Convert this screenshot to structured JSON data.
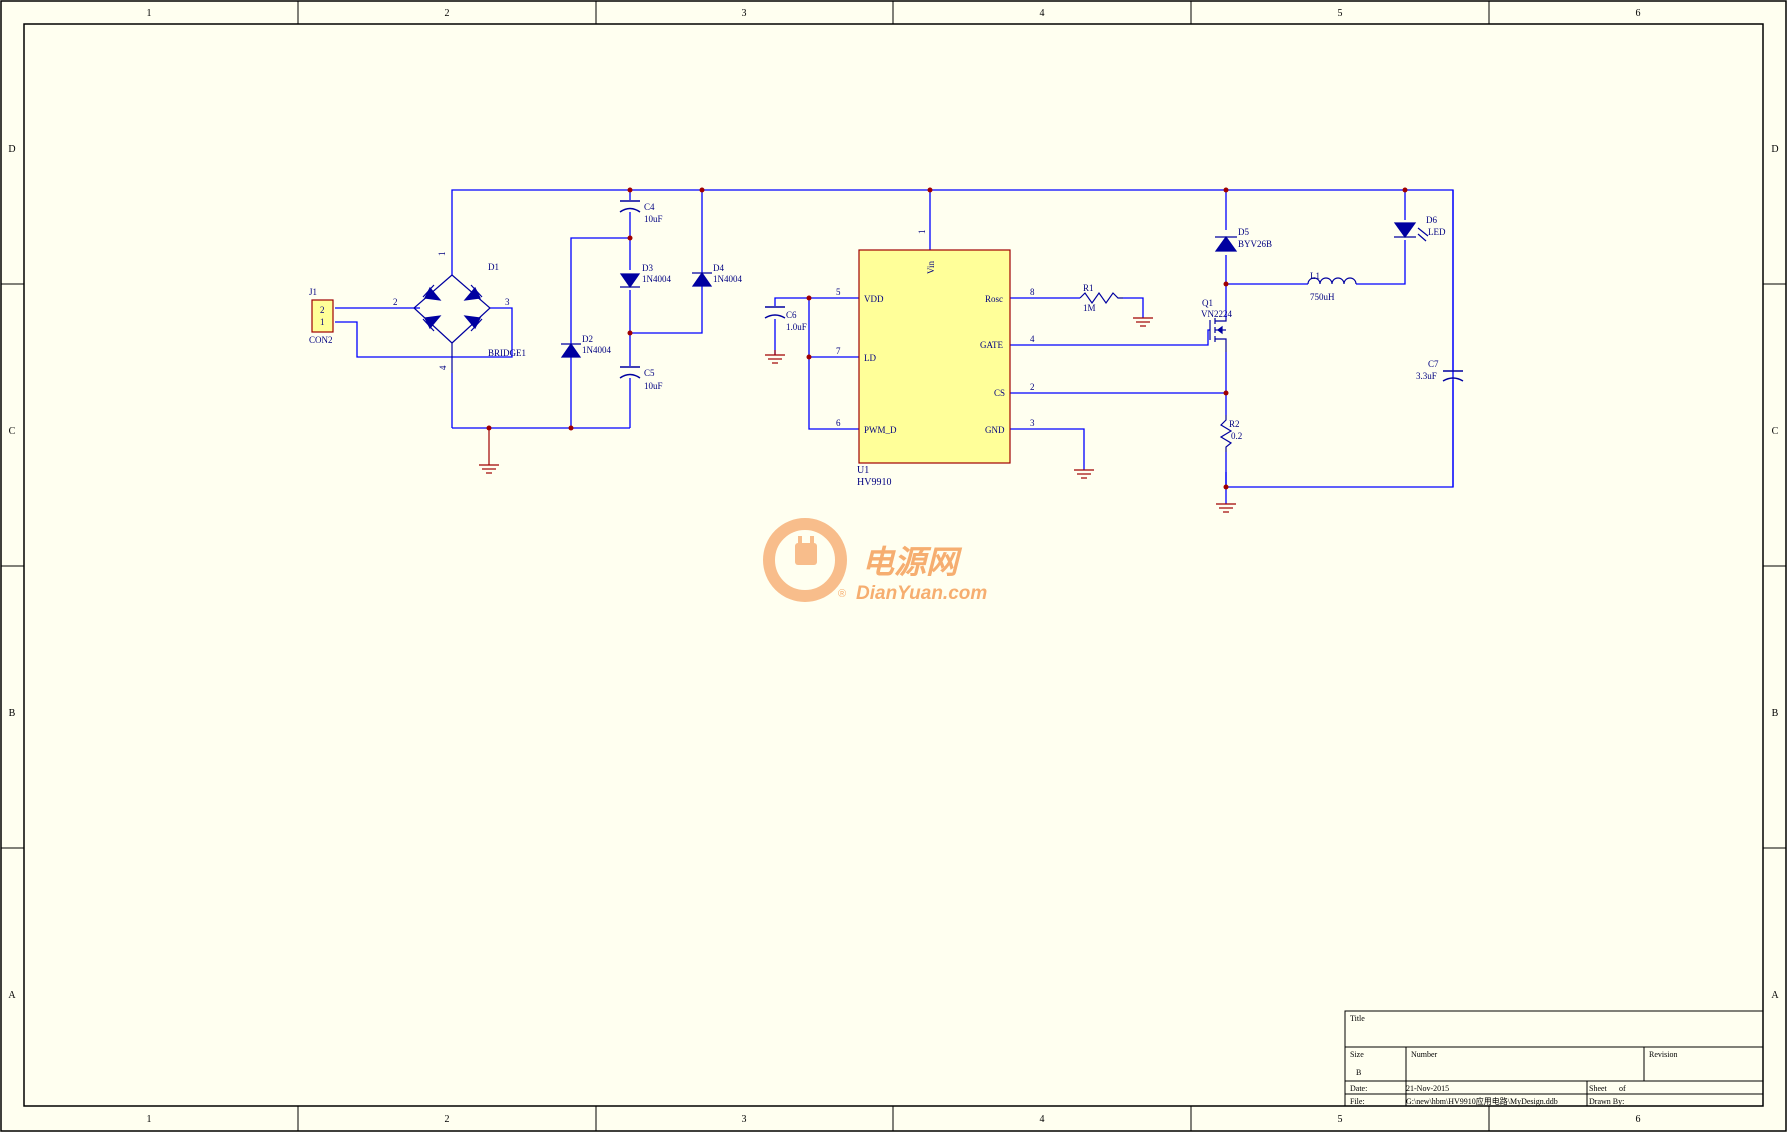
{
  "sheet": {
    "background": "#fffff0",
    "frame_color": "#000000",
    "wire_color": "#0000ff",
    "component_color": "#0000a0",
    "junction_color": "#a00000",
    "ground_color": "#a00000",
    "ic_fill": "#ffff99",
    "ic_border": "#a00000",
    "column_labels": [
      "1",
      "2",
      "3",
      "4",
      "5",
      "6"
    ],
    "row_labels": [
      "D",
      "C",
      "B",
      "A"
    ]
  },
  "components": {
    "j1": {
      "ref": "J1",
      "value": "CON2",
      "pin2": "2",
      "pin1": "1"
    },
    "d1": {
      "ref": "D1",
      "value": "BRIDGE1",
      "pin1": "1",
      "pin2": "2",
      "pin3": "3",
      "pin4": "4"
    },
    "c4": {
      "ref": "C4",
      "value": "10uF"
    },
    "c5": {
      "ref": "C5",
      "value": "10uF"
    },
    "d2": {
      "ref": "D2",
      "value": "1N4004"
    },
    "d3": {
      "ref": "D3",
      "value": "1N4004"
    },
    "d4": {
      "ref": "D4",
      "value": "1N4004"
    },
    "c6": {
      "ref": "C6",
      "value": "1.0uF"
    },
    "u1": {
      "ref": "U1",
      "value": "HV9910",
      "vin": "Vin",
      "vin_pin": "1",
      "vdd": "VDD",
      "vdd_pin": "5",
      "ld": "LD",
      "ld_pin": "7",
      "pwm": "PWM_D",
      "pwm_pin": "6",
      "rosc": "Rosc",
      "rosc_pin": "8",
      "gate": "GATE",
      "gate_pin": "4",
      "cs": "CS",
      "cs_pin": "2",
      "gnd": "GND",
      "gnd_pin": "3"
    },
    "r1": {
      "ref": "R1",
      "value": "1M"
    },
    "d5": {
      "ref": "D5",
      "value": "BYV26B"
    },
    "d6": {
      "ref": "D6",
      "value": "LED"
    },
    "l1": {
      "ref": "L1",
      "value": "750uH"
    },
    "q1": {
      "ref": "Q1",
      "value": "VN2224"
    },
    "r2": {
      "ref": "R2",
      "value": "0.2"
    },
    "c7": {
      "ref": "C7",
      "value": "3.3uF"
    }
  },
  "watermark": {
    "chinese": "电源网",
    "latin": "DianYuan.com",
    "registered": "®",
    "color": "#f5a05a"
  },
  "title_block": {
    "title_label": "Title",
    "size_label": "Size",
    "size_value": "B",
    "number_label": "Number",
    "revision_label": "Revision",
    "date_label": "Date:",
    "date_value": "21-Nov-2015",
    "sheet_label": "Sheet",
    "of_label": "of",
    "file_label": "File:",
    "file_value": "G:\\new\\hbm\\HV9910应用电路\\MyDesign.ddb",
    "drawn_label": "Drawn By:"
  }
}
